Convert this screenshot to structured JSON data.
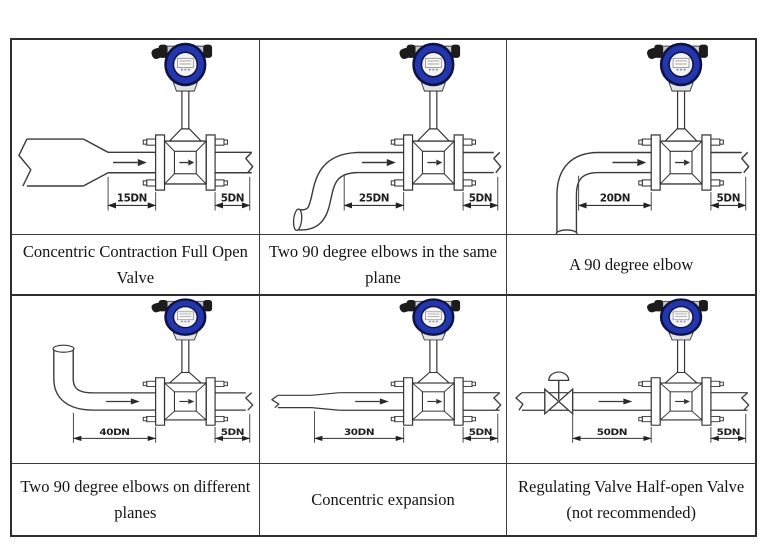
{
  "cells": [
    {
      "caption1": "Concentric Contraction Full Open",
      "caption2": "Valve",
      "upstream": "15DN",
      "downstream": "5DN"
    },
    {
      "caption1": "Two 90 degree elbows in the same",
      "caption2": "plane",
      "upstream": "25DN",
      "downstream": "5DN"
    },
    {
      "caption1": "A 90 degree elbow",
      "caption2": "",
      "upstream": "20DN",
      "downstream": "5DN"
    },
    {
      "caption1": "Two 90 degree elbows on different",
      "caption2": "planes",
      "upstream": "40DN",
      "downstream": "5DN"
    },
    {
      "caption1": "Concentric expansion",
      "caption2": "",
      "upstream": "30DN",
      "downstream": "5DN"
    },
    {
      "caption1": "Regulating Valve Half-open Valve",
      "caption2": "(not recommended)",
      "upstream": "50DN",
      "downstream": "5DN"
    }
  ],
  "colors": {
    "transmitter_ring": "#2336ae",
    "transmitter_outline": "#0e1345",
    "linework": "#3a3a3a"
  }
}
